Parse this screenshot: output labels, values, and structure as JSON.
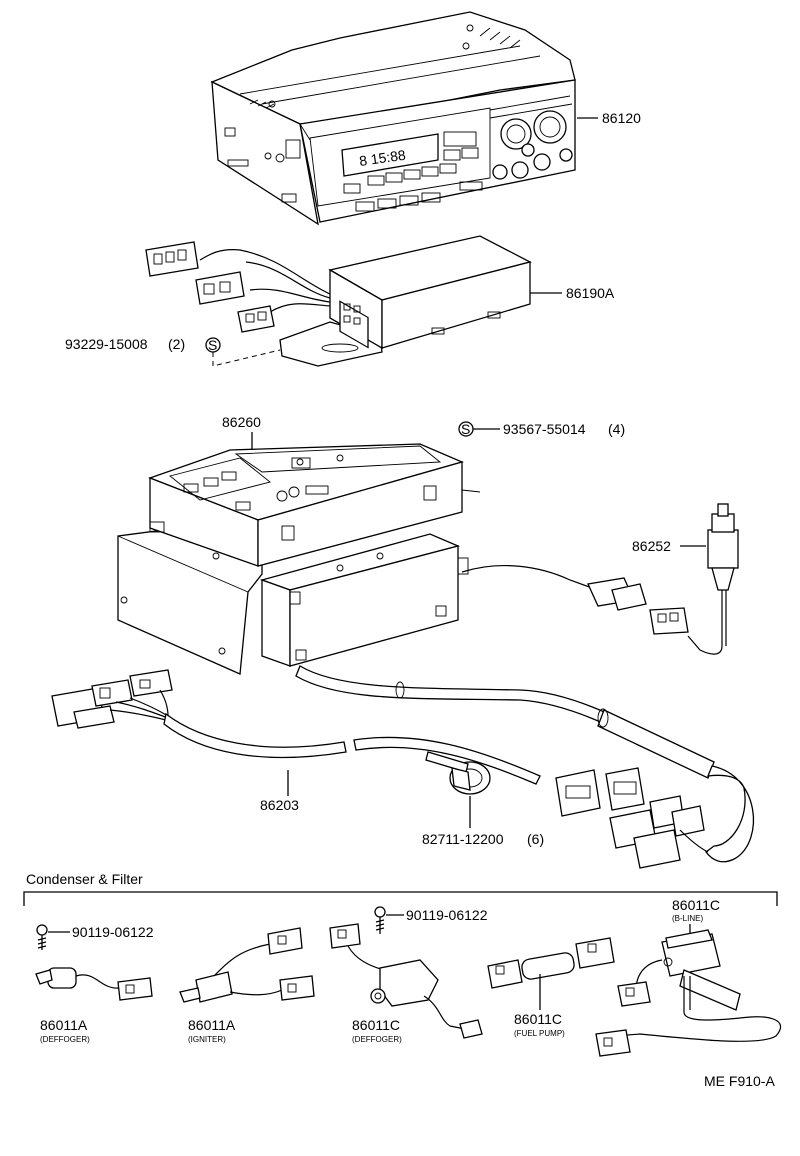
{
  "parts": {
    "radio_receiver": "86120",
    "amplifier": "86190A",
    "screw_amplifier": "93229-15008",
    "screw_amplifier_qty": "(2)",
    "tape_player": "86260",
    "screw_tape_player": "93567-55014",
    "screw_tape_player_qty": "(4)",
    "switch": "86252",
    "wire_harness": "86203",
    "clamp": "82711-12200",
    "clamp_qty": "(6)"
  },
  "screw_symbol": "S",
  "condenser_section": {
    "title": "Condenser & Filter",
    "screw_left": "90119-06122",
    "screw_middle": "90119-06122",
    "items": [
      {
        "part": "86011A",
        "note": "(DEFFOGER)"
      },
      {
        "part": "86011A",
        "note": "(IGNITER)"
      },
      {
        "part": "86011C",
        "note": "(DEFFOGER)"
      },
      {
        "part": "86011C",
        "note": "(FUEL PUMP)"
      },
      {
        "part": "86011C",
        "note": "(B-LINE)"
      }
    ]
  },
  "display_readout": "8 15:88",
  "figure_code": "ME F910-A"
}
